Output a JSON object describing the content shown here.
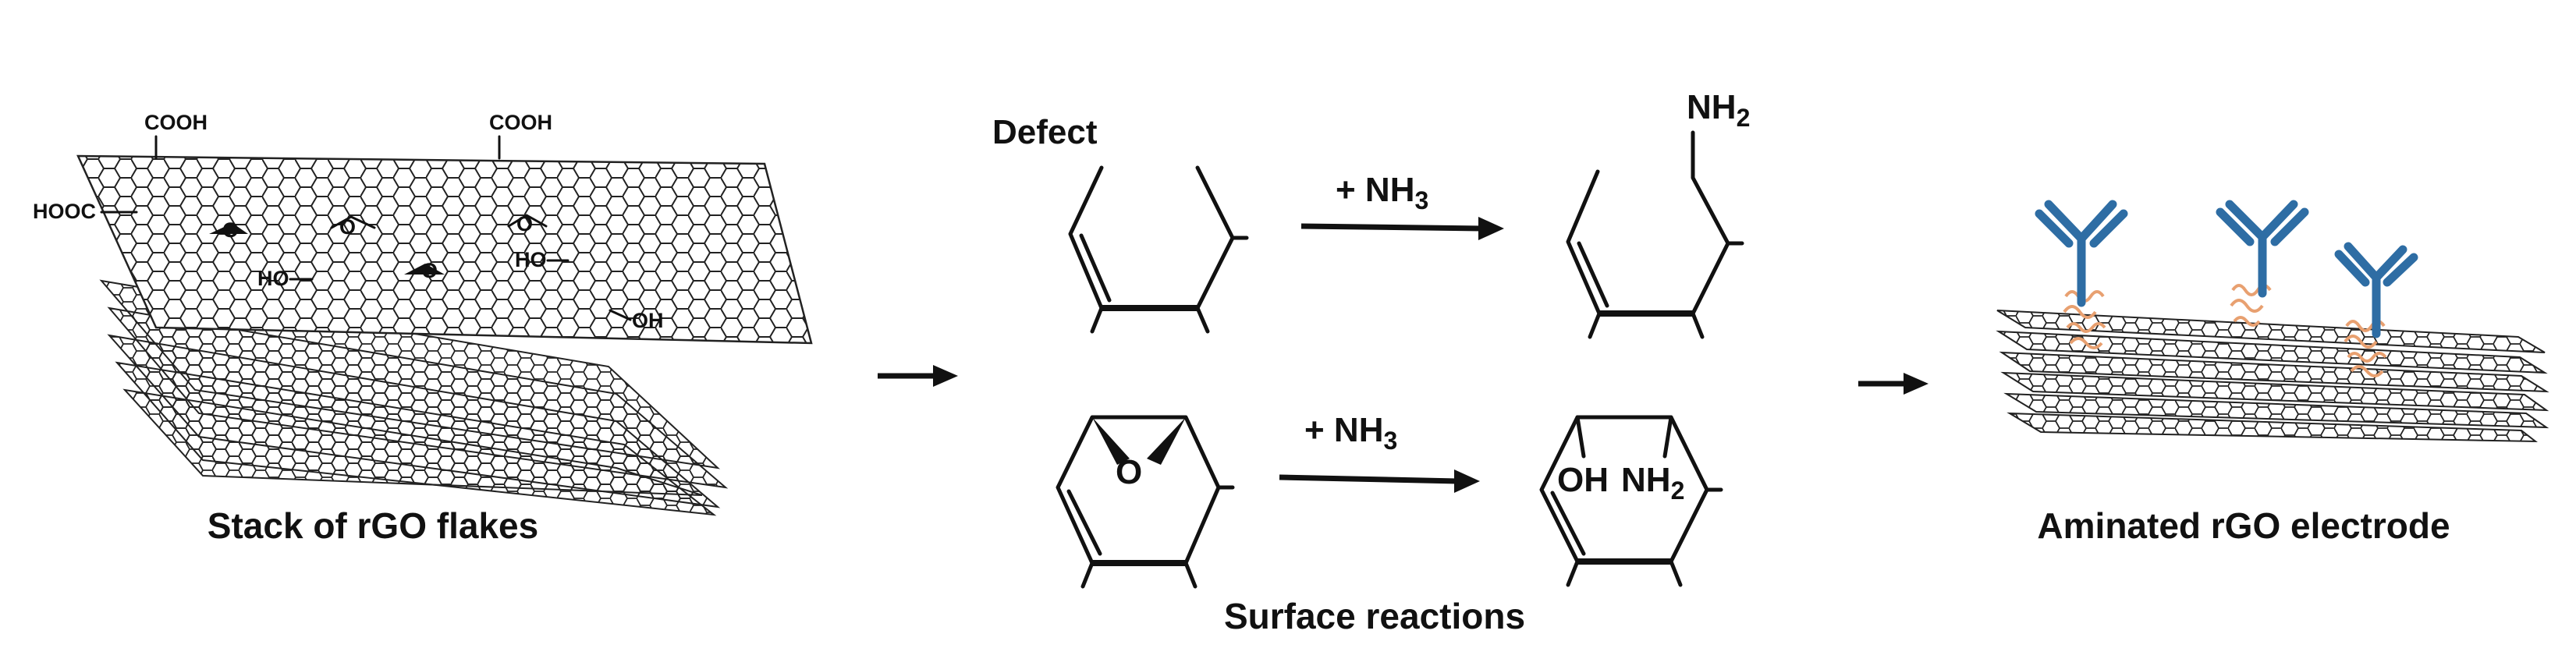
{
  "captions": {
    "stack": "Stack of rGO flakes",
    "surface_reactions": "Surface reactions",
    "electrode": "Aminated rGO electrode"
  },
  "groups": {
    "cooh": "COOH",
    "hooc": "HOOC",
    "ho": "HO",
    "oh": "OH",
    "o": "O"
  },
  "reactions": {
    "defect_label": "Defect",
    "reagent_main": "+ NH",
    "reagent_sub": "3",
    "amine_main": "NH",
    "amine_sub": "2",
    "epoxide_o": "O",
    "product_oh": "OH"
  },
  "colors": {
    "antibody": "#2e6da4",
    "protein": "#e8a070",
    "ink": "#111111"
  },
  "icons": [
    "arrow-right-icon",
    "antibody-icon",
    "protein-icon",
    "graphene-sheet-icon"
  ]
}
